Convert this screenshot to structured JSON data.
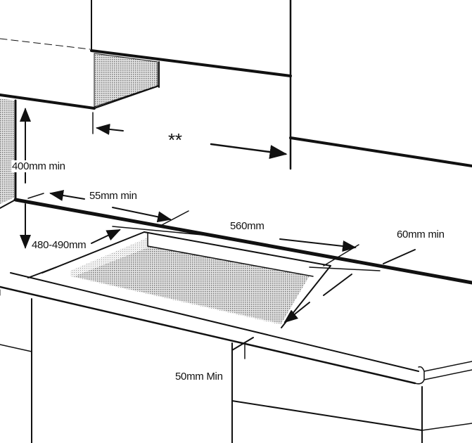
{
  "diagram": {
    "labels": {
      "hood_clearance": "**",
      "height_min": "400mm min",
      "rear_min": "55mm min",
      "cutout_width": "560mm",
      "side_min": "60mm min",
      "cutout_depth": "480-490mm",
      "front_min": "50mm Min"
    },
    "colors": {
      "line": "#111111",
      "shade": "#9a9a9a"
    }
  }
}
